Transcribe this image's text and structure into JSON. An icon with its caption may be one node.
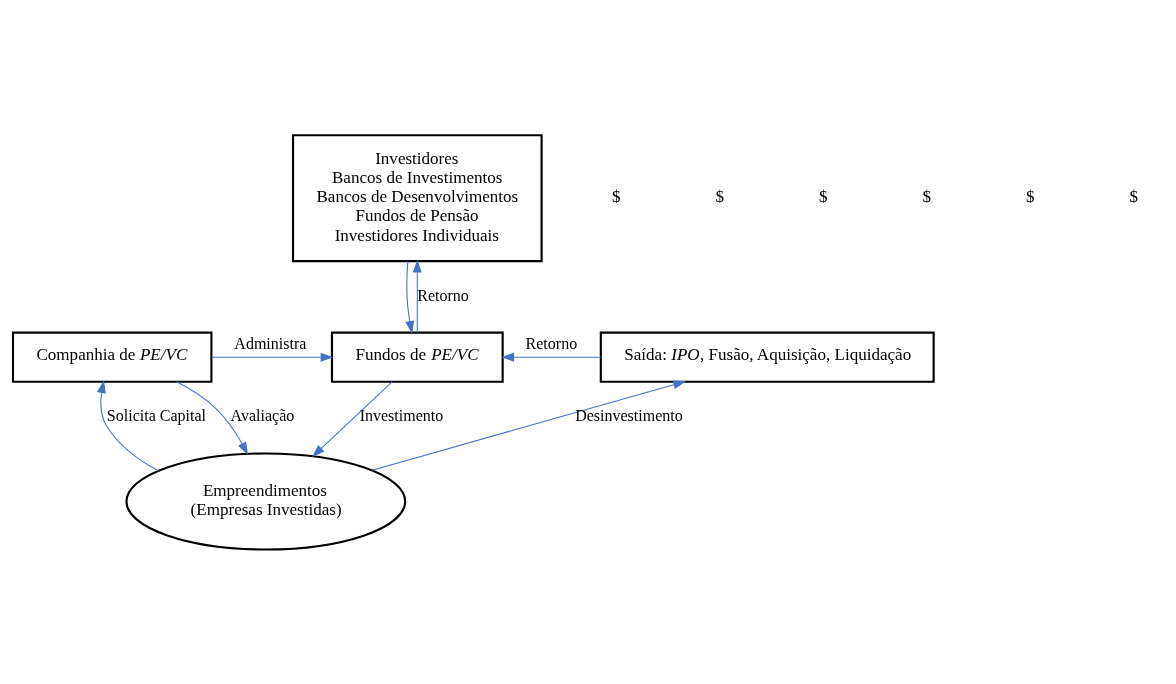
{
  "diagram": {
    "nodes": [
      {
        "text": [
          "Investidores",
          "Bancos de Investimentos",
          "Bancos de Desenvolvimentos",
          "Fundos de Pensão",
          "Investidores Individuais"
        ]
      },
      {
        "text": [
          "Fundos de *PE/VC*"
        ]
      },
      {
        "text": [
          "Companhia de *PE/VC*"
        ]
      },
      {
        "text": [
          "Saída: *IPO*, Fusão, Aquisição, Liquidação"
        ]
      },
      {
        "text": [
          "Empreendimentos",
          "(Empresas Investidas)"
        ]
      }
    ],
    "edges": [
      {
        "from": 0,
        "to": 1,
        "arrow": "to"
      },
      {
        "from": 1,
        "to": 0,
        "arrow": "to",
        "label": "Retorno"
      },
      {
        "from": 2,
        "to": 1,
        "arrow": "to",
        "label": "Administra"
      },
      {
        "from": 1,
        "to": 4,
        "arrow": "to",
        "label": "Investimento"
      },
      {
        "from": 4,
        "to": 3,
        "arrow": "to",
        "label": "Desinvestimento"
      },
      {
        "from": 3,
        "to": 1,
        "arrow": "to",
        "label": "Retorno"
      },
      {
        "from": 4,
        "to": 2,
        "arrow": "to",
        "label": "Solicita Capital"
      },
      {
        "from": 2,
        "to": 4,
        "arrow": "to",
        "label": "Avaliação"
      }
    ],
    "labels": [
      "$",
      "$",
      "$",
      "$",
      "$",
      "$"
    ]
  }
}
